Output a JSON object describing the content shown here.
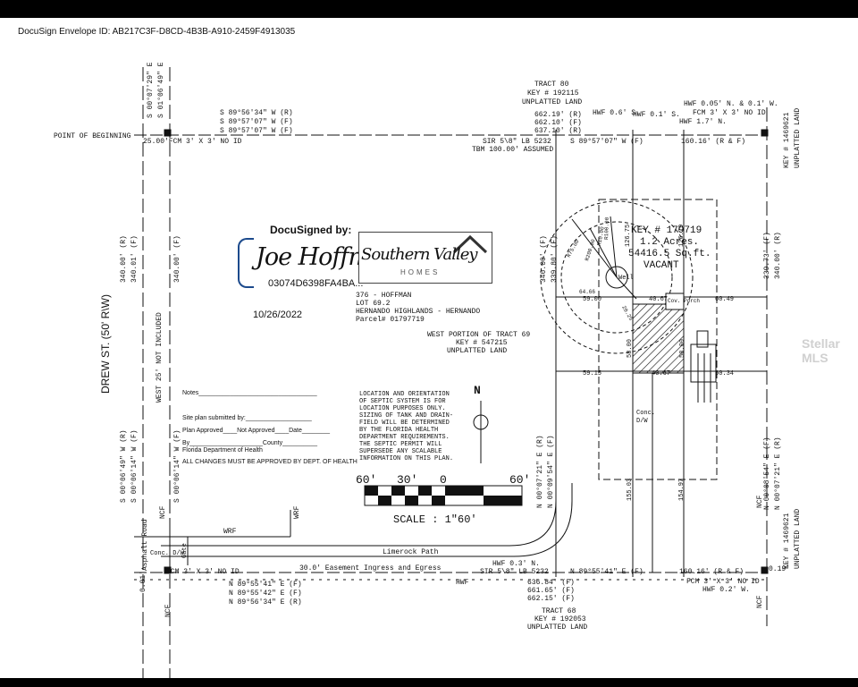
{
  "envelope_id": "DocuSign Envelope ID: AB217C3F-D8CD-4B3B-A910-2459F4913035",
  "signature": {
    "label": "DocuSigned by:",
    "name": "Joe Hoffman",
    "id": "03074D6398FA4BA..."
  },
  "logo": {
    "main": "Southern Valley",
    "sub": "HOMES"
  },
  "date": "10/26/2022",
  "watermark": "Stellar MLS",
  "labels": {
    "pob": "POINT OF BEGINNING",
    "fcm_top_left": "25.00'FCM 3' X 3' NO ID",
    "top_b1": "S 89°56'34\" W (R)",
    "top_b2": "S 89°57'07\" W (F)",
    "top_b3": "S 89°57'07\" W (F)",
    "top_left_b1": "S 00°07'29\" E",
    "top_left_b2": "S 01°06'49\" E",
    "tract80_1": "TRACT 80",
    "tract80_2": "KEY # 192115",
    "tract80_3": "UNPLATTED LAND",
    "top_d1": "662.19' (R)",
    "top_d2": "662.10' (F)",
    "top_d3": "637.10' (R)",
    "hwf06": "HWF 0.6' S.",
    "hwf01": "HWF 0.1' S.",
    "hwf17": "HWF 1.7' N.",
    "hwf005": "HWF 0.05' N. & 0.1' W.",
    "fcm_tr": "FCM 3' X 3' NO ID",
    "sir_top": "SIR 5\\8\" LB 5232",
    "tbm": "TBM 100.00' ASSUMED",
    "top_bearing2": "S 89°57'07\" W (F)",
    "top_d4": "160.16' (R & F)",
    "right_key1": "KEY # 1469621",
    "right_key1b": "UNPLATTED LAND",
    "right_d1": "339.73' (F)",
    "right_d2": "340.00' (R)",
    "left_d1": "340.00' (R)",
    "left_d2": "340.01' (F)",
    "left_d3": "340.00' (F)",
    "drew": "DREW ST. (50' R\\W)",
    "west25": "WEST 25' NOT INCLUDED",
    "key_big1": "KEY # 179719",
    "key_big2": "1.2 Acres.",
    "key_big3": "54416.5 Sq.ft.",
    "key_big4": "VACANT",
    "lot1": "376 - HOFFMAN",
    "lot2": "LOT 69.2",
    "lot3": "HERNANDO HIGHLANDS - HERNANDO",
    "lot4": "Parcel# 01797719",
    "west_portion1": "WEST PORTION OF TRACT 69",
    "west_portion2": "KEY # 547215",
    "west_portion3": "UNPLATTED LAND",
    "house_d1": "59.00",
    "house_d2": "40.67",
    "house_d3": "60.49",
    "house_d4": "59.15",
    "house_d5": "40.67",
    "house_d6": "60.34",
    "house_d7": "58.00",
    "house_d8": "58.00",
    "porch": "Cov. Porch",
    "well": "Well",
    "r10": "R10.00",
    "r75a": "R75.00",
    "r100": "R100.00",
    "r200": "R200.00",
    "d_left1": "340.00' (F)",
    "d_left2": "339.80' (F)",
    "d_12675": "126.75",
    "d_12679": "126.79",
    "d_6445": "64.66",
    "d_2025": "20.25",
    "conc": "Conc.",
    "dw": "D/W",
    "d_15503": "155.03",
    "d_15497": "154.97",
    "notes": [
      "Notes__________________________________",
      "Site plan submitted by:___________________",
      "Plan Approved____Not Approved____Date________",
      "By_____________________County__________",
      "Florida Department of Health",
      "ALL CHANGES MUST BE APPROVED BY DEPT. OF HEALTH"
    ],
    "septic": [
      "LOCATION AND ORIENTATION",
      "OF SEPTIC SYSTEM IS FOR",
      "LOCATION PURPOSES ONLY.",
      "SIZING OF TANK AND DRAIN-",
      "FIELD WILL BE DETERMINED",
      "BY THE FLORIDA HEALTH",
      "DEPARTMENT REQUIREMENTS.",
      "THE SEPTIC PERMIT WILL",
      "SUPERSEDE ANY SCALABLE",
      "INFORMATION ON THIS PLAN."
    ],
    "north": "N",
    "scale_60a": "60'",
    "scale_30": "30'",
    "scale_0": "0",
    "scale_60b": "60'",
    "scale": "SCALE : 1\"60'",
    "left_b1": "S 00°06'49\" W (R)",
    "left_b2": "S 00°06'14\" W (F)",
    "left_b3": "S 00°06'14\" W (F)",
    "mid_b1": "N 00°07'21\" E (R)",
    "mid_b2": "N 00°09'54\" E (F)",
    "right_b1": "N 00°08'54\" E (F)",
    "right_b2": "N 00°07'21\" E (R)",
    "right_key2": "KEY # 1469621",
    "right_key2b": "UNPLATTED LAND",
    "ncf_left": "NCF",
    "asphalt": "Asphalt Road",
    "conc_bl": "Conc. D/W",
    "gate": "Gate",
    "wrf1": "WRF",
    "wrf2": "WRF",
    "limerock": "Limerock Path",
    "easement": "30.0' Easement Ingress and Egress",
    "fcm_bl": "FCM 3' X 3' NO ID",
    "hwf03": "HWF 0.3' N.",
    "sir_bot": "SIR 5\\8\" LB 5232",
    "bot_b_main": "N 89°55'41\" E (F)",
    "bot_d_right": "160.16' (R & F)",
    "fcm_br": "FCM 3' X 3' NO ID",
    "hwf02": "HWF 0.2' W.",
    "d_019": "0.19'",
    "bot_b1": "N 89°55'41\" E (F)",
    "bot_b2": "N 89°55'42\" E (F)",
    "bot_b3": "N 89°56'34\" E (R)",
    "hwf_bot": "HWF",
    "bot_d1": "636.84' (F)",
    "bot_d2": "661.65' (F)",
    "bot_d3": "662.15' (F)",
    "tract68_1": "TRACT 68",
    "tract68_2": "KEY # 192053",
    "tract68_3": "UNPLATTED LAND",
    "ncf_bl": "NCF",
    "ncf_br": "NCF",
    "dot01": "0.01'",
    "ncf_b2": "NCF"
  }
}
